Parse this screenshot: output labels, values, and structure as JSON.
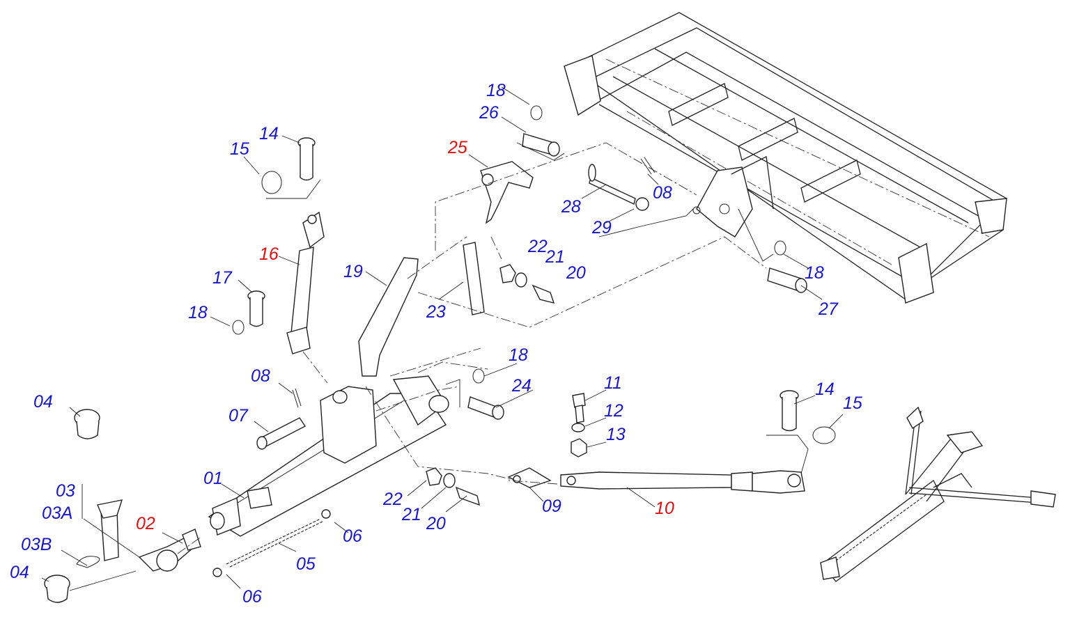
{
  "diagram": {
    "labels": {
      "p01": "01",
      "p02": "02",
      "p03": "03",
      "p03a": "03A",
      "p03b": "03B",
      "p04a": "04",
      "p04b": "04",
      "p05": "05",
      "p06a": "06",
      "p06b": "06",
      "p07": "07",
      "p08a": "08",
      "p08b": "08",
      "p09": "09",
      "p10": "10",
      "p11": "11",
      "p12": "12",
      "p13": "13",
      "p14a": "14",
      "p14b": "14",
      "p15a": "15",
      "p15b": "15",
      "p16": "16",
      "p17": "17",
      "p18a": "18",
      "p18b": "18",
      "p18c": "18",
      "p18d": "18",
      "p19": "19",
      "p20a": "20",
      "p20b": "20",
      "p21a": "21",
      "p21b": "21",
      "p22a": "22",
      "p22b": "22",
      "p23": "23",
      "p24": "24",
      "p25": "25",
      "p26": "26",
      "p27": "27",
      "p28": "28",
      "p29": "29"
    },
    "highlighted_parts": [
      "02",
      "10",
      "16",
      "25"
    ],
    "colors": {
      "label": "#1818c8",
      "highlight": "#e01010",
      "line": "#222222"
    }
  }
}
